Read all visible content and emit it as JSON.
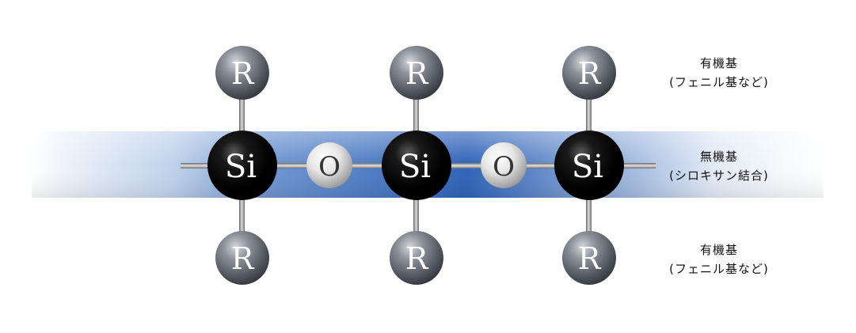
{
  "atoms": {
    "r_label": "R",
    "si_label": "Si",
    "o_label": "O"
  },
  "labels": {
    "top": {
      "line1": "有機基",
      "line2": "(フェニル基など)"
    },
    "middle": {
      "line1": "無機基",
      "line2": "(シロキサン結合)"
    },
    "bottom": {
      "line1": "有機基",
      "line2": "(フェニル基など)"
    }
  },
  "colors": {
    "band_blue": "#2f63b8",
    "band_fade": "#ffffff",
    "si_atom": "#000000",
    "o_atom": "#dcdcdc",
    "r_atom": "#7b8088",
    "bond": "#9a9a9a",
    "label_text": "#111111"
  }
}
